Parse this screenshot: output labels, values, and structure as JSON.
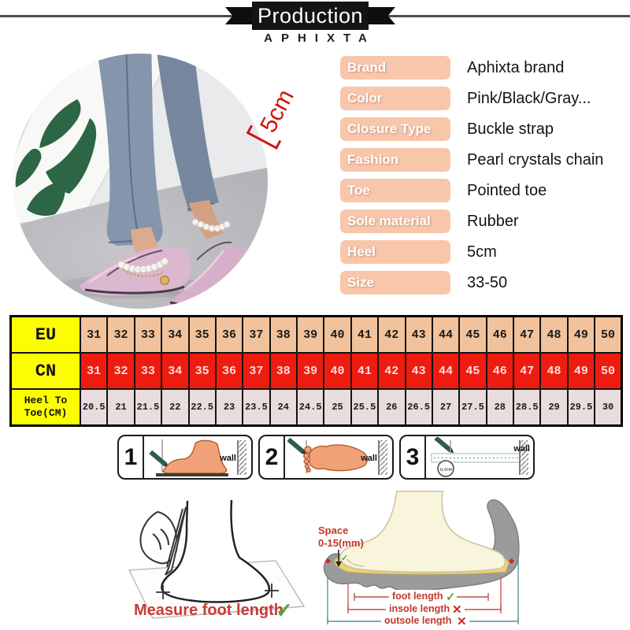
{
  "banner": {
    "title": "Production",
    "brand_name": "APHIXTA"
  },
  "hero": {
    "heel_height_annotation": "5cm"
  },
  "specs": [
    {
      "label": "Brand",
      "value": "Aphixta brand"
    },
    {
      "label": "Color",
      "value": "Pink/Black/Gray..."
    },
    {
      "label": "Closure Type",
      "value": "Buckle strap"
    },
    {
      "label": "Fashion",
      "value": "Pearl crystals chain"
    },
    {
      "label": "Toe",
      "value": "Pointed toe"
    },
    {
      "label": "Sole material",
      "value": "Rubber"
    },
    {
      "label": "Heel",
      "value": "5cm"
    },
    {
      "label": "Size",
      "value": "33-50"
    }
  ],
  "size_table": {
    "rows": [
      {
        "key": "eu",
        "header": "EU",
        "values": [
          "31",
          "32",
          "33",
          "34",
          "35",
          "36",
          "37",
          "38",
          "39",
          "40",
          "41",
          "42",
          "43",
          "44",
          "45",
          "46",
          "47",
          "48",
          "49",
          "50"
        ]
      },
      {
        "key": "cn",
        "header": "CN",
        "values": [
          "31",
          "32",
          "33",
          "34",
          "35",
          "36",
          "37",
          "38",
          "39",
          "40",
          "41",
          "42",
          "43",
          "44",
          "45",
          "46",
          "47",
          "48",
          "49",
          "50"
        ]
      },
      {
        "key": "heel",
        "header": "Heel To Toe(CM)",
        "values": [
          "20.5",
          "21",
          "21.5",
          "22",
          "22.5",
          "23",
          "23.5",
          "24",
          "24.5",
          "25",
          "25.5",
          "26",
          "26.5",
          "27",
          "27.5",
          "28",
          "28.5",
          "29",
          "29.5",
          "30"
        ]
      }
    ]
  },
  "measure_steps": {
    "steps": [
      {
        "number": "1",
        "wall_label": "wall"
      },
      {
        "number": "2",
        "wall_label": "wall"
      },
      {
        "number": "3",
        "wall_label": "wall",
        "ruler_circle_label": "11.5CM"
      }
    ]
  },
  "foot_tracing": {
    "caption": "Measure foot length",
    "check_mark": "✓"
  },
  "fit_diagram": {
    "space_label": "Space",
    "space_range": "0-15(mm)",
    "measurements": [
      {
        "label": "foot length",
        "mark": "✓"
      },
      {
        "label": "insole length",
        "mark": "✕"
      },
      {
        "label": "outsole length",
        "mark": "✕"
      }
    ]
  },
  "colors": {
    "pill_salmon": "#f8c6ab",
    "table_yellow": "#fdfd02",
    "table_peach": "#f1c29b",
    "table_red": "#ee1c0f",
    "table_rose": "#e9dcdc",
    "annotation_red": "#d01510",
    "caption_red": "#c63c36",
    "check_green": "#5aa53c",
    "shoe_pink": "#dcb7d0"
  }
}
